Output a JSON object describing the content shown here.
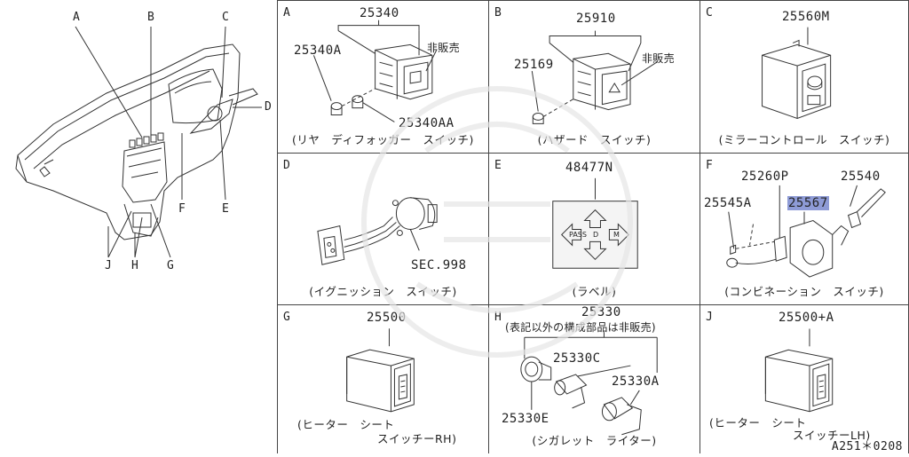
{
  "overview": {
    "labels": [
      "A",
      "B",
      "C",
      "D",
      "E",
      "F",
      "G",
      "H",
      "J"
    ]
  },
  "panels": [
    {
      "letter": "A",
      "parts": [
        "25340",
        "25340A",
        "25340AA"
      ],
      "note": "非販売",
      "caption": "(リヤ　ディフォッガー　スイッチ)"
    },
    {
      "letter": "B",
      "parts": [
        "25910",
        "25169"
      ],
      "note": "非販売",
      "caption": "(ハザード　スイッチ)"
    },
    {
      "letter": "C",
      "parts": [
        "25560M"
      ],
      "caption": "(ミラーコントロール　スイッチ)"
    },
    {
      "letter": "D",
      "parts": [
        "SEC.998"
      ],
      "caption": "(イグニッション　スイッチ)"
    },
    {
      "letter": "E",
      "parts": [
        "48477N"
      ],
      "caption": "(ラベル)",
      "label_text": [
        "PASS",
        "D",
        "M"
      ]
    },
    {
      "letter": "F",
      "parts": [
        "25260P",
        "25540",
        "25545A",
        "25567"
      ],
      "caption": "(コンビネーション　スイッチ)"
    },
    {
      "letter": "G",
      "parts": [
        "25500"
      ],
      "caption_line1": "(ヒーター　シート",
      "caption_line2": "スイッチーRH)"
    },
    {
      "letter": "H",
      "parts": [
        "25330",
        "25330C",
        "25330A",
        "25330E"
      ],
      "note": "(表記以外の構成部品は非販売)",
      "caption": "(シガレット　ライター)"
    },
    {
      "letter": "J",
      "parts": [
        "25500+A"
      ],
      "caption_line1": "(ヒーター　シート",
      "caption_line2": "スイッチーLH)"
    }
  ],
  "drawing_code": "A251＊0208"
}
